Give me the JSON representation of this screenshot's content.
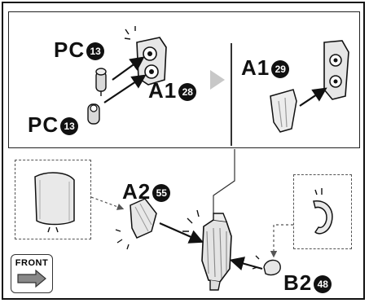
{
  "labels": {
    "pc_top": {
      "code": "PC",
      "num": "13"
    },
    "pc_bottom": {
      "code": "PC",
      "num": "13"
    },
    "a1_28": {
      "code": "A1",
      "num": "28"
    },
    "a1_29": {
      "code": "A1",
      "num": "29"
    },
    "a2_55": {
      "code": "A2",
      "num": "55"
    },
    "b2_48": {
      "code": "B2",
      "num": "48"
    }
  },
  "front_badge": {
    "label": "FRONT"
  },
  "colors": {
    "ink": "#111111",
    "part_fill": "#e8e8e8",
    "part_shade": "#bdbdbd",
    "arrow_gray": "#c8c8c8"
  }
}
